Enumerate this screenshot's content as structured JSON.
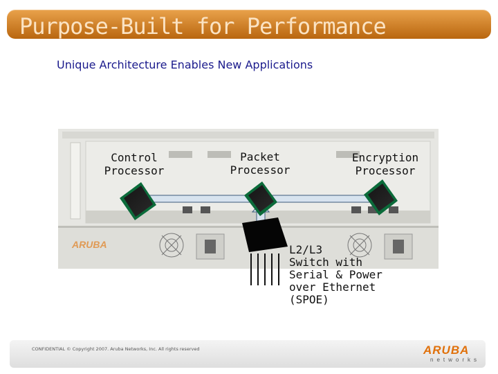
{
  "header": {
    "title": "Purpose-Built for Performance",
    "subtitle": "Unique Architecture Enables New Applications"
  },
  "diagram": {
    "processors": [
      {
        "line1": "Control",
        "line2": "Processor"
      },
      {
        "line1": "Packet",
        "line2": "Processor"
      },
      {
        "line1": "Encryption",
        "line2": "Processor"
      }
    ],
    "switch_label": "L2/L3\nSwitch with\nSerial & Power\nover Ethernet\n(SPOE)",
    "chassis_logo": "ARUBA"
  },
  "footer": {
    "copyright": "CONFIDENTIAL © Copyright 2007. Aruba Networks, Inc. All rights reserved",
    "logo_word": "ARUBA",
    "logo_sub": "networks"
  },
  "colors": {
    "title_bar": "#c9761a",
    "subtitle": "#1a1a8c",
    "arrow_fill": "#d7e3ef",
    "chip": "#0b6b3a",
    "brand": "#e0700a"
  }
}
